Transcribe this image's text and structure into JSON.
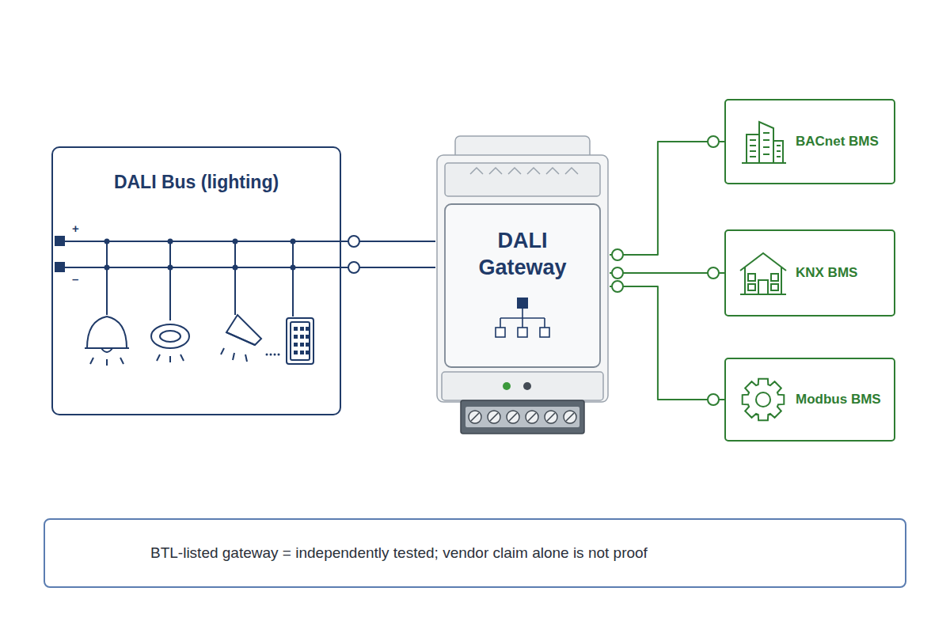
{
  "diagram": {
    "nodes": [
      {
        "text": [
          "DALI Bus (lighting)"
        ]
      },
      {
        "text": [
          "DALI Gateway"
        ]
      },
      {
        "text": [
          "BACnet BMS"
        ]
      },
      {
        "text": [
          "KNX BMS"
        ]
      },
      {
        "text": [
          "Modbus BMS"
        ]
      },
      {
        "text": [
          "BTL-listed gateway = independently tested; vendor claim alone is not proof"
        ]
      }
    ],
    "edges": [
      {
        "from": 0,
        "to": 1,
        "arrow": "none"
      },
      {
        "from": 0,
        "to": 1,
        "arrow": "none"
      },
      {
        "from": 1,
        "to": 2,
        "arrow": "none"
      },
      {
        "from": 1,
        "to": 3,
        "arrow": "none"
      },
      {
        "from": 1,
        "to": 4,
        "arrow": "none"
      }
    ],
    "labels": [
      "+",
      "–"
    ]
  }
}
